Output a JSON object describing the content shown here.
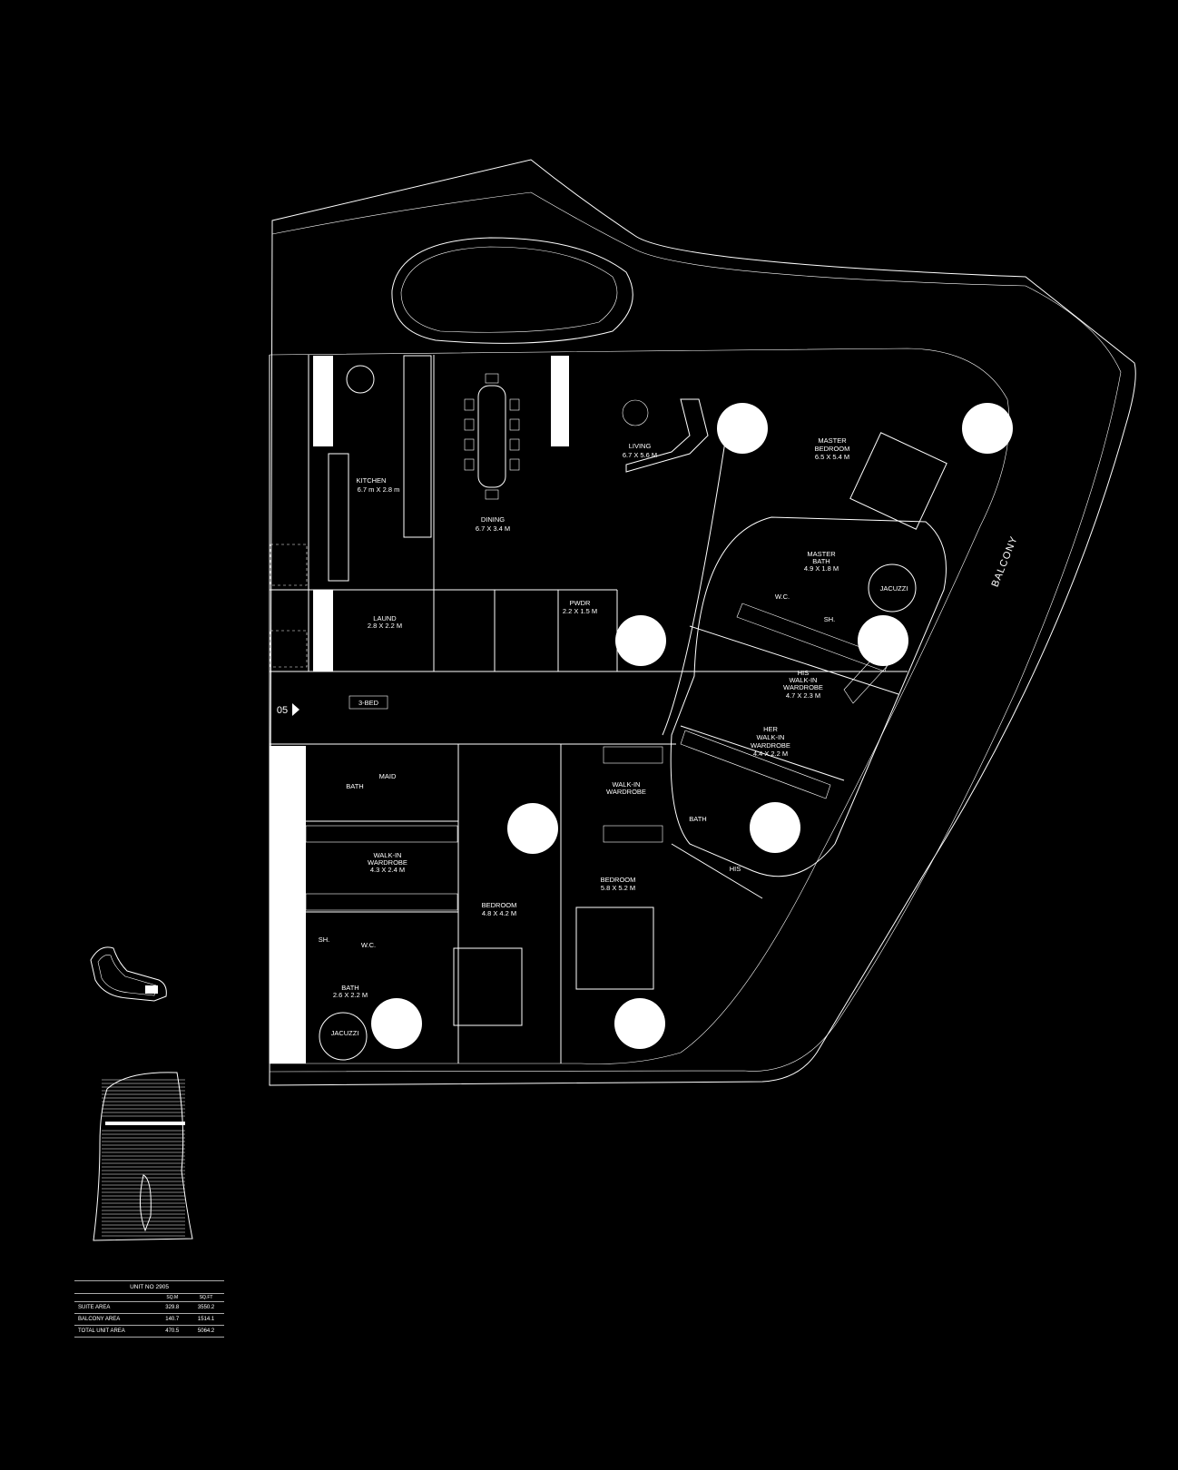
{
  "plan": {
    "unit_tag": "05",
    "unit_type": "3-BED",
    "balcony_label": "BALCONY",
    "rooms": {
      "kitchen": {
        "name": "KITCHEN",
        "size": "6.7 m X 2.8 m"
      },
      "dining": {
        "name": "DINING",
        "size": "6.7 X 3.4 M"
      },
      "living": {
        "name": "LIVING",
        "size": "6.7 X 5.6 M"
      },
      "master_bedroom": {
        "name": "MASTER",
        "name2": "BEDROOM",
        "size": "6.5 X 5.4 M"
      },
      "master_bath": {
        "name": "MASTER",
        "name2": "BATH",
        "size": "4.9 X 1.8 M"
      },
      "laund": {
        "name": "LAUND",
        "size": "2.8 X 2.2 M"
      },
      "pwdr": {
        "name": "PWDR",
        "size": "2.2 X 1.5 M"
      },
      "his_wardrobe": {
        "name": "HIS",
        "name2": "WALK-IN",
        "name3": "WARDROBE",
        "size": "4.7 X 2.3 M"
      },
      "her_wardrobe": {
        "name": "HER",
        "name2": "WALK-IN",
        "name3": "WARDROBE",
        "size": "4.4 X 2.2 M"
      },
      "maid": {
        "name": "MAID"
      },
      "maid_bath": {
        "name": "BATH"
      },
      "walkin_wardrobe_1": {
        "name": "WALK-IN",
        "name2": "WARDROBE",
        "size": "4.3 X 2.4 M"
      },
      "walkin_wardrobe_2": {
        "name": "WALK-IN",
        "name2": "WARDROBE"
      },
      "bedroom_1": {
        "name": "BEDROOM",
        "size": "4.8 X 4.2 M"
      },
      "bedroom_2": {
        "name": "BEDROOM",
        "size": "5.8 X 5.2 M"
      },
      "bath_2": {
        "name": "BATH",
        "size": "2.6 X 2.2 M"
      },
      "bath_3": {
        "name": "BATH"
      },
      "his_small": {
        "name": "HIS"
      },
      "sh": "SH.",
      "wc": "W.C.",
      "jacuzzi": "JACUZZI"
    }
  },
  "area_table": {
    "title": "UNIT NO 2905",
    "unit_sqm": "SQ.M",
    "unit_sqft": "SQ.FT",
    "rows": [
      {
        "label": "SUITE AREA",
        "sqm": "329.8",
        "sqft": "3550.2"
      },
      {
        "label": "BALCONY AREA",
        "sqm": "140.7",
        "sqft": "1514.1"
      },
      {
        "label": "TOTAL UNIT AREA",
        "sqm": "470.5",
        "sqft": "5064.2"
      }
    ]
  }
}
